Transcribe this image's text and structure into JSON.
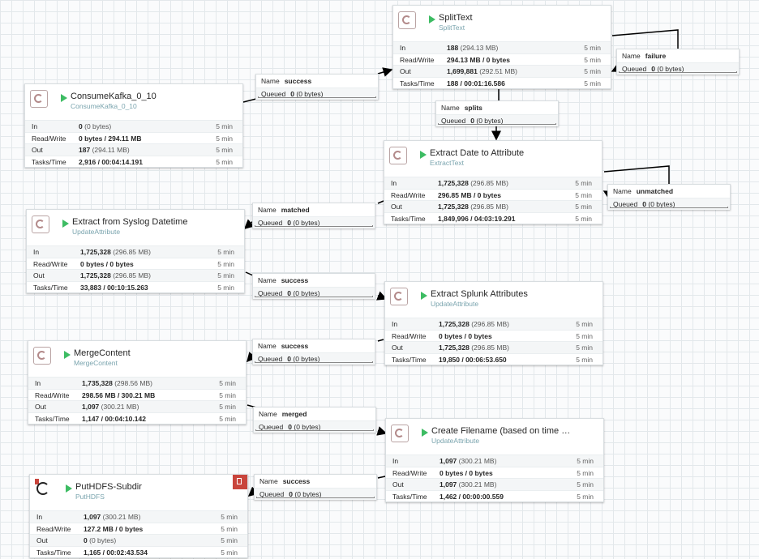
{
  "processors": [
    {
      "name": "SplitText",
      "type": "SplitText",
      "in_val": "188",
      "in_sub": "(294.13 MB)",
      "rw": "294.13 MB / 0 bytes",
      "out_val": "1,699,881",
      "out_sub": "(292.51 MB)",
      "tasks": "188 / 00:01:16.586"
    },
    {
      "name": "ConsumeKafka_0_10",
      "type": "ConsumeKafka_0_10",
      "in_val": "0",
      "in_sub": "(0 bytes)",
      "rw": "0 bytes / 294.11 MB",
      "out_val": "187",
      "out_sub": "(294.11 MB)",
      "tasks": "2,916 / 00:04:14.191"
    },
    {
      "name": "Extract Date to Attribute",
      "type": "ExtractText",
      "in_val": "1,725,328",
      "in_sub": "(296.85 MB)",
      "rw": "296.85 MB / 0 bytes",
      "out_val": "1,725,328",
      "out_sub": "(296.85 MB)",
      "tasks": "1,849,996 / 04:03:19.291"
    },
    {
      "name": "Extract from Syslog Datetime",
      "type": "UpdateAttribute",
      "in_val": "1,725,328",
      "in_sub": "(296.85 MB)",
      "rw": "0 bytes / 0 bytes",
      "out_val": "1,725,328",
      "out_sub": "(296.85 MB)",
      "tasks": "33,883 / 00:10:15.263"
    },
    {
      "name": "Extract Splunk Attributes",
      "type": "UpdateAttribute",
      "in_val": "1,725,328",
      "in_sub": "(296.85 MB)",
      "rw": "0 bytes / 0 bytes",
      "out_val": "1,725,328",
      "out_sub": "(296.85 MB)",
      "tasks": "19,850 / 00:06:53.650"
    },
    {
      "name": "MergeContent",
      "type": "MergeContent",
      "in_val": "1,735,328",
      "in_sub": "(298.56 MB)",
      "rw": "298.56 MB / 300.21 MB",
      "out_val": "1,097",
      "out_sub": "(300.21 MB)",
      "tasks": "1,147 / 00:04:10.142"
    },
    {
      "name": "Create Filename (based on time …",
      "type": "UpdateAttribute",
      "in_val": "1,097",
      "in_sub": "(300.21 MB)",
      "rw": "0 bytes / 0 bytes",
      "out_val": "1,097",
      "out_sub": "(300.21 MB)",
      "tasks": "1,462 / 00:00:00.559"
    },
    {
      "name": "PutHDFS-Subdir",
      "type": "PutHDFS",
      "in_val": "1,097",
      "in_sub": "(300.21 MB)",
      "rw": "127.2 MB / 0 bytes",
      "out_val": "0",
      "out_sub": "(0 bytes)",
      "tasks": "1,165 / 00:02:43.534"
    }
  ],
  "labels": {
    "in": "In",
    "rw": "Read/Write",
    "out": "Out",
    "tasks": "Tasks/Time",
    "window": "5 min",
    "name": "Name",
    "queued": "Queued"
  },
  "connections": [
    {
      "name": "success",
      "queued_count": "0",
      "queued_size": "(0 bytes)"
    },
    {
      "name": "failure",
      "queued_count": "0",
      "queued_size": "(0 bytes)"
    },
    {
      "name": "splits",
      "queued_count": "0",
      "queued_size": "(0 bytes)"
    },
    {
      "name": "unmatched",
      "queued_count": "0",
      "queued_size": "(0 bytes)"
    },
    {
      "name": "matched",
      "queued_count": "0",
      "queued_size": "(0 bytes)"
    },
    {
      "name": "success",
      "queued_count": "0",
      "queued_size": "(0 bytes)"
    },
    {
      "name": "success",
      "queued_count": "0",
      "queued_size": "(0 bytes)"
    },
    {
      "name": "merged",
      "queued_count": "0",
      "queued_size": "(0 bytes)"
    },
    {
      "name": "success",
      "queued_count": "0",
      "queued_size": "(0 bytes)"
    }
  ],
  "colors": {
    "running": "#3dbc63",
    "type_text": "#7aa4ae",
    "invalid": "#c9453c"
  }
}
